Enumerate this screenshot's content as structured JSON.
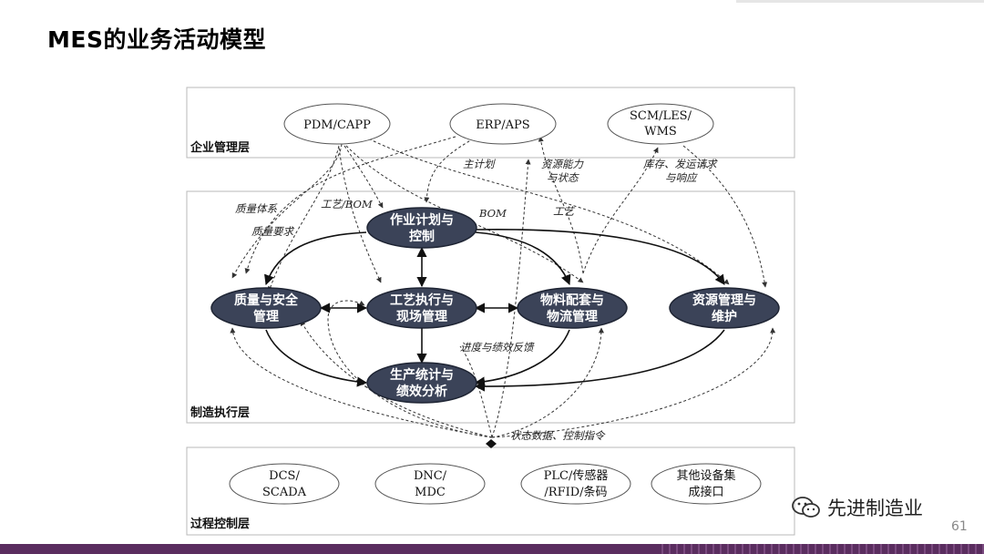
{
  "title": "MES的业务活动模型",
  "page_number": "61",
  "watermark": "先进制造业",
  "layers": {
    "enterprise": "企业管理层",
    "execution": "制造执行层",
    "process": "过程控制层"
  },
  "nodes": {
    "pdm": "PDM/CAPP",
    "erp": "ERP/APS",
    "scm1": "SCM/LES/",
    "scm2": "WMS",
    "plan1": "作业计划与",
    "plan2": "控制",
    "quality1": "质量与安全",
    "quality2": "管理",
    "craft1": "工艺执行与",
    "craft2": "现场管理",
    "material1": "物料配套与",
    "material2": "物流管理",
    "resource1": "资源管理与",
    "resource2": "维护",
    "stats1": "生产统计与",
    "stats2": "绩效分析",
    "dcs1": "DCS/",
    "dcs2": "SCADA",
    "dnc1": "DNC/",
    "dnc2": "MDC",
    "plc1": "PLC/传感器",
    "plc2": "/RFID/条码",
    "other1": "其他设备集",
    "other2": "成接口"
  },
  "notes": {
    "main_plan": "主计划",
    "resource_cap1": "资源能力",
    "resource_cap2": "与状态",
    "inventory1": "库存、发运请求",
    "inventory2": "与响应",
    "quality_system": "质量体系",
    "quality_req": "质量要求",
    "craft_bom": "工艺/BOM",
    "bom": "BOM",
    "craft": "工艺",
    "progress": "进度与绩效反馈",
    "status": "状态数据、控制指令"
  }
}
